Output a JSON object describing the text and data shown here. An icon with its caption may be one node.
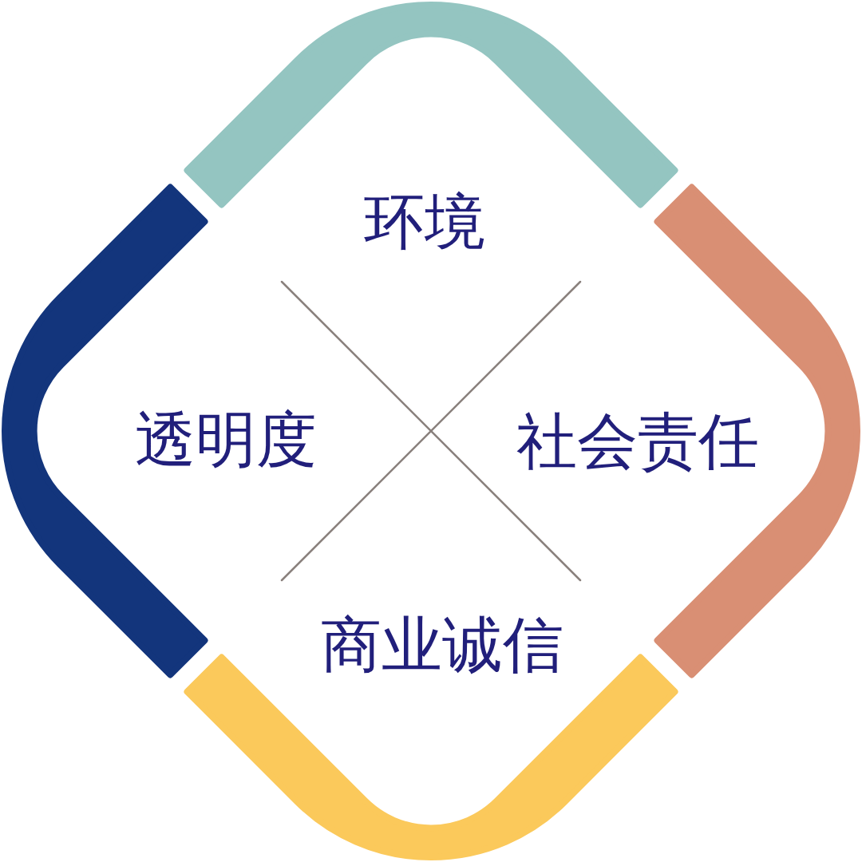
{
  "diagram": {
    "nodes": [
      {
        "text": [],
        "shape": "band"
      },
      {
        "text": [],
        "shape": "band"
      },
      {
        "text": [],
        "shape": "band"
      },
      {
        "text": [],
        "shape": "band"
      }
    ],
    "labels": [
      "环境",
      "透明度",
      "社会责任",
      "商业诚信"
    ]
  }
}
